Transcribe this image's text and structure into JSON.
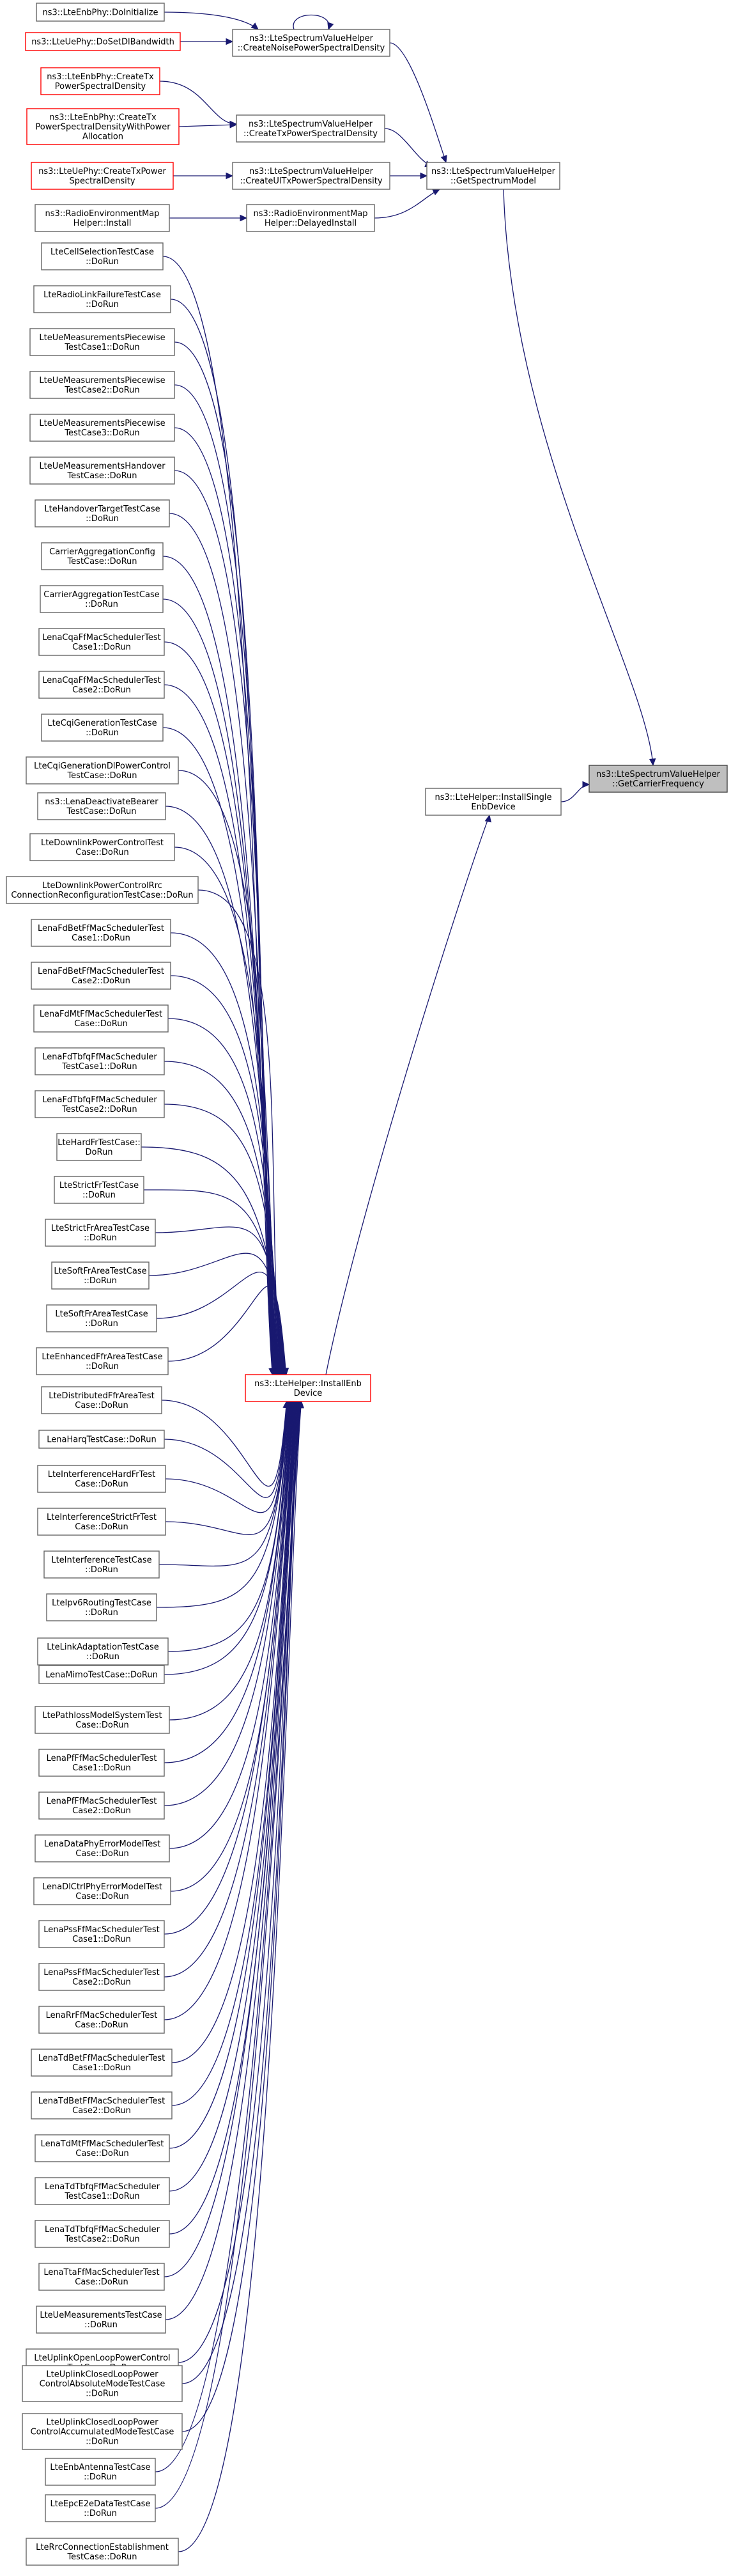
{
  "nodes": {
    "doinit": [
      "ns3::LteEnbPhy::DoInitialize"
    ],
    "setdl": [
      "ns3::LteUePhy::DoSetDlBandwidth"
    ],
    "noise": [
      "ns3::LteSpectrumValueHelper",
      "::CreateNoisePowerSpectralDensity"
    ],
    "enbtxpsd": [
      "ns3::LteEnbPhy::CreateTx",
      "PowerSpectralDensity"
    ],
    "enbtxpsdpa": [
      "ns3::LteEnbPhy::CreateTx",
      "PowerSpectralDensityWithPower",
      "Allocation"
    ],
    "createtx": [
      "ns3::LteSpectrumValueHelper",
      "::CreateTxPowerSpectralDensity"
    ],
    "uetxpsd": [
      "ns3::LteUePhy::CreateTxPower",
      "SpectralDensity"
    ],
    "ultx": [
      "ns3::LteSpectrumValueHelper",
      "::CreateUlTxPowerSpectralDensity"
    ],
    "getspec": [
      "ns3::LteSpectrumValueHelper",
      "::GetSpectrumModel"
    ],
    "remhelper": [
      "ns3::RadioEnvironmentMap",
      "Helper::Install"
    ],
    "delayed": [
      "ns3::RadioEnvironmentMap",
      "Helper::DelayedInstall"
    ],
    "root": [
      "ns3::LteSpectrumValueHelper",
      "::GetCarrierFrequency"
    ],
    "single": [
      "ns3::LteHelper::InstallSingle",
      "EnbDevice"
    ],
    "installenb": [
      "ns3::LteHelper::InstallEnb",
      "Device"
    ]
  },
  "callers": [
    [
      "LteCellSelectionTestCase",
      "::DoRun"
    ],
    [
      "LteRadioLinkFailureTestCase",
      "::DoRun"
    ],
    [
      "LteUeMeasurementsPiecewise",
      "TestCase1::DoRun"
    ],
    [
      "LteUeMeasurementsPiecewise",
      "TestCase2::DoRun"
    ],
    [
      "LteUeMeasurementsPiecewise",
      "TestCase3::DoRun"
    ],
    [
      "LteUeMeasurementsHandover",
      "TestCase::DoRun"
    ],
    [
      "LteHandoverTargetTestCase",
      "::DoRun"
    ],
    [
      "CarrierAggregationConfig",
      "TestCase::DoRun"
    ],
    [
      "CarrierAggregationTestCase",
      "::DoRun"
    ],
    [
      "LenaCqaFfMacSchedulerTest",
      "Case1::DoRun"
    ],
    [
      "LenaCqaFfMacSchedulerTest",
      "Case2::DoRun"
    ],
    [
      "LteCqiGenerationTestCase",
      "::DoRun"
    ],
    [
      "LteCqiGenerationDlPowerControl",
      "TestCase::DoRun"
    ],
    [
      "ns3::LenaDeactivateBearer",
      "TestCase::DoRun"
    ],
    [
      "LteDownlinkPowerControlTest",
      "Case::DoRun"
    ],
    [
      "LteDownlinkPowerControlRrc",
      "ConnectionReconfigurationTestCase::DoRun"
    ],
    [
      "LenaFdBetFfMacSchedulerTest",
      "Case1::DoRun"
    ],
    [
      "LenaFdBetFfMacSchedulerTest",
      "Case2::DoRun"
    ],
    [
      "LenaFdMtFfMacSchedulerTest",
      "Case::DoRun"
    ],
    [
      "LenaFdTbfqFfMacScheduler",
      "TestCase1::DoRun"
    ],
    [
      "LenaFdTbfqFfMacScheduler",
      "TestCase2::DoRun"
    ],
    [
      "LteHardFrTestCase::",
      "DoRun"
    ],
    [
      "LteStrictFrTestCase",
      "::DoRun"
    ],
    [
      "LteStrictFrAreaTestCase",
      "::DoRun"
    ],
    [
      "LteSoftFrAreaTestCase",
      "::DoRun"
    ],
    [
      "LteSoftFrAreaTestCase",
      "::DoRun"
    ],
    [
      "LteEnhancedFfrAreaTestCase",
      "::DoRun"
    ],
    [
      "LteDistributedFfrAreaTest",
      "Case::DoRun"
    ],
    [
      "LenaHarqTestCase::DoRun"
    ],
    [
      "LteInterferenceHardFrTest",
      "Case::DoRun"
    ],
    [
      "LteInterferenceStrictFrTest",
      "Case::DoRun"
    ],
    [
      "LteInterferenceTestCase",
      "::DoRun"
    ],
    [
      "LteIpv6RoutingTestCase",
      "::DoRun"
    ],
    [
      "LteLinkAdaptationTestCase",
      "::DoRun"
    ],
    [
      "LenaMimoTestCase::DoRun"
    ],
    [
      "LtePathlossModelSystemTest",
      "Case::DoRun"
    ],
    [
      "LenaPfFfMacSchedulerTest",
      "Case1::DoRun"
    ],
    [
      "LenaPfFfMacSchedulerTest",
      "Case2::DoRun"
    ],
    [
      "LenaDataPhyErrorModelTest",
      "Case::DoRun"
    ],
    [
      "LenaDlCtrlPhyErrorModelTest",
      "Case::DoRun"
    ],
    [
      "LenaPssFfMacSchedulerTest",
      "Case1::DoRun"
    ],
    [
      "LenaPssFfMacSchedulerTest",
      "Case2::DoRun"
    ],
    [
      "LenaRrFfMacSchedulerTest",
      "Case::DoRun"
    ],
    [
      "LenaTdBetFfMacSchedulerTest",
      "Case1::DoRun"
    ],
    [
      "LenaTdBetFfMacSchedulerTest",
      "Case2::DoRun"
    ],
    [
      "LenaTdMtFfMacSchedulerTest",
      "Case::DoRun"
    ],
    [
      "LenaTdTbfqFfMacScheduler",
      "TestCase1::DoRun"
    ],
    [
      "LenaTdTbfqFfMacScheduler",
      "TestCase2::DoRun"
    ],
    [
      "LenaTtaFfMacSchedulerTest",
      "Case::DoRun"
    ],
    [
      "LteUeMeasurementsTestCase",
      "::DoRun"
    ],
    [
      "LteUplinkOpenLoopPowerControl",
      "TestCase::DoRun"
    ],
    [
      "LteUplinkClosedLoopPower",
      "ControlAbsoluteModeTestCase",
      "::DoRun"
    ],
    [
      "LteUplinkClosedLoopPower",
      "ControlAccumulatedModeTestCase",
      "::DoRun"
    ],
    [
      "LteEnbAntennaTestCase",
      "::DoRun"
    ],
    [
      "LteEpcE2eDataTestCase",
      "::DoRun"
    ],
    [
      "LteRrcConnectionEstablishment",
      "TestCase::DoRun"
    ]
  ]
}
